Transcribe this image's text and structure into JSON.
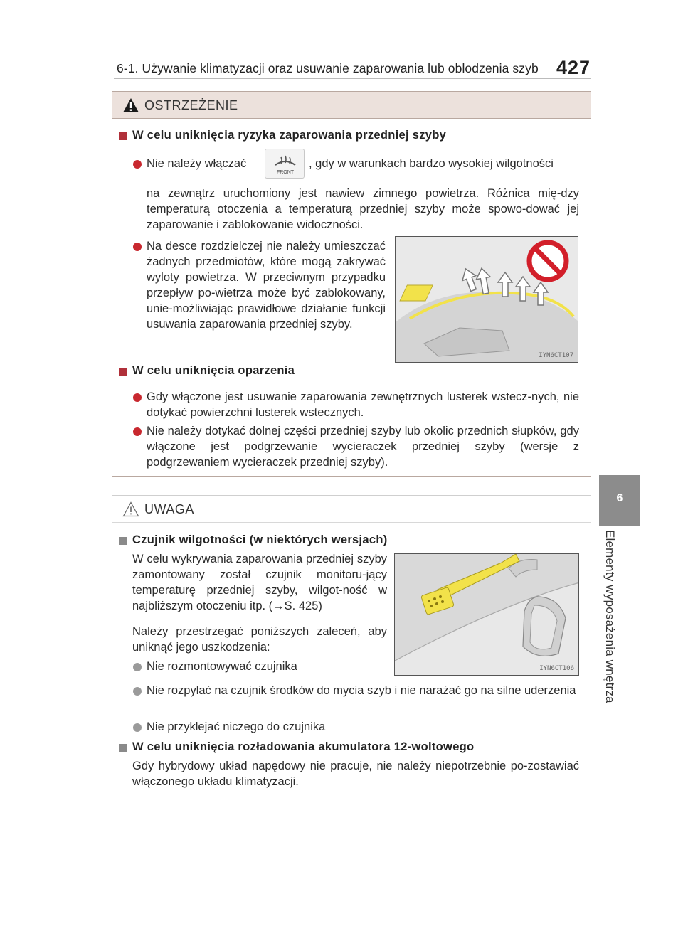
{
  "header": {
    "title": "6-1. Używanie klimatyzacji oraz usuwanie zaparowania lub oblodzenia szyb",
    "page": "427"
  },
  "side_tab": {
    "number": "6",
    "label": "Elementy wyposażenia wnętrza"
  },
  "warning": {
    "title": "OSTRZEŻENIE",
    "section1": {
      "heading": "W celu uniknięcia ryzyka zaparowania przedniej szyby",
      "bullet1_line1_pre": "Nie należy włączać",
      "bullet1_line1_post": ", gdy w warunkach bardzo wysokiej wilgotności",
      "bullet1_rest": "na zewnątrz uruchomiony jest nawiew zimnego powietrza. Różnica mię-dzy temperaturą otoczenia a temperaturą przedniej szyby może spowo-dować jej zaparowanie i zablokowanie widoczności.",
      "bullet2": "Na desce rozdzielczej nie należy umieszczać żadnych przedmiotów, które mogą zakrywać wyloty powietrza. W przeciwnym przypadku przepływ po-wietrza może być zablokowany, unie-możliwiając prawidłowe działanie funkcji usuwania zaparowania przedniej szyby.",
      "image_code": "IYN6CT107",
      "button_label": "FRONT"
    },
    "section2": {
      "heading": "W celu uniknięcia oparzenia",
      "bullet1": "Gdy włączone jest usuwanie zaparowania zewnętrznych lusterek wstecz-nych, nie dotykać powierzchni lusterek wstecznych.",
      "bullet2": "Nie należy dotykać dolnej części przedniej szyby lub okolic przednich słupków, gdy włączone jest podgrzewanie wycieraczek przedniej szyby (wersje z podgrzewaniem wycieraczek przedniej szyby)."
    }
  },
  "notice": {
    "title": "UWAGA",
    "section1": {
      "heading": "Czujnik wilgotności (w niektórych wersjach)",
      "para1": "W celu wykrywania zaparowania przedniej szyby zamontowany został czujnik monitoru-jący temperaturę przedniej szyby, wilgot-ność w najbliższym otoczeniu itp. (→S. 425)",
      "para2": "Należy przestrzegać poniższych zaleceń, aby uniknąć jego uszkodzenia:",
      "bullet1": "Nie rozmontowywać czujnika",
      "bullet2": "Nie rozpylać na czujnik środków do mycia szyb i nie narażać go na silne uderzenia",
      "bullet3": "Nie przyklejać niczego do czujnika",
      "image_code": "IYN6CT106"
    },
    "section2": {
      "heading": "W celu uniknięcia rozładowania akumulatora 12-woltowego",
      "para": "Gdy hybrydowy układ napędowy nie pracuje, nie należy niepotrzebnie po-zostawiać włączonego układu klimatyzacji."
    }
  },
  "colors": {
    "warning_accent": "#b0303a",
    "warning_header_bg": "#ece1dc",
    "side_tab_bg": "#8c8c8c",
    "highlight_yellow": "#f2e24a"
  }
}
